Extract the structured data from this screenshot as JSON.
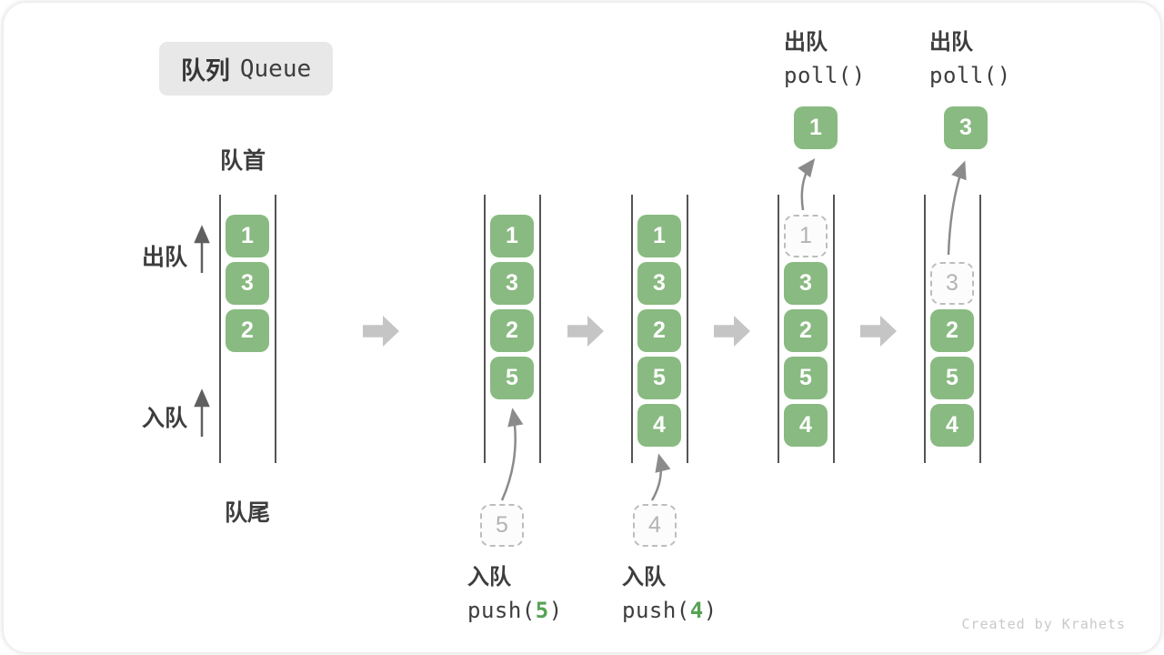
{
  "title": {
    "zh": "队列",
    "en": "Queue"
  },
  "labels": {
    "front": "队首",
    "rear": "队尾",
    "dequeue": "出队",
    "enqueue": "入队"
  },
  "columns": [
    {
      "cells": [
        "1",
        "3",
        "2"
      ]
    },
    {
      "cells": [
        "1",
        "3",
        "2",
        "5"
      ],
      "staged": "5"
    },
    {
      "cells": [
        "1",
        "3",
        "2",
        "5",
        "4"
      ],
      "staged": "4"
    },
    {
      "cells": [
        "3",
        "2",
        "5",
        "4"
      ],
      "removed": "1",
      "result": "1"
    },
    {
      "cells": [
        "2",
        "5",
        "4"
      ],
      "removed": "3",
      "result": "3"
    }
  ],
  "operations": {
    "push1": {
      "label": "入队",
      "pre": "push(",
      "arg": "5",
      "post": ")"
    },
    "push2": {
      "label": "入队",
      "pre": "push(",
      "arg": "4",
      "post": ")"
    },
    "poll1": {
      "label": "出队",
      "code": "poll()"
    },
    "poll2": {
      "label": "出队",
      "code": "poll()"
    }
  },
  "icons": {
    "flow": "right-block-arrow",
    "dequeue_arrow": "up-arrow",
    "enqueue_arrow": "up-arrow",
    "transfer": "curved-up-arrow"
  },
  "colors": {
    "cell_green": "#89ba81",
    "arg_green": "#55a254",
    "arrow_gray": "#c5c5c5",
    "dashed": "#bdbdbd"
  },
  "watermark": "Created by Krahets"
}
